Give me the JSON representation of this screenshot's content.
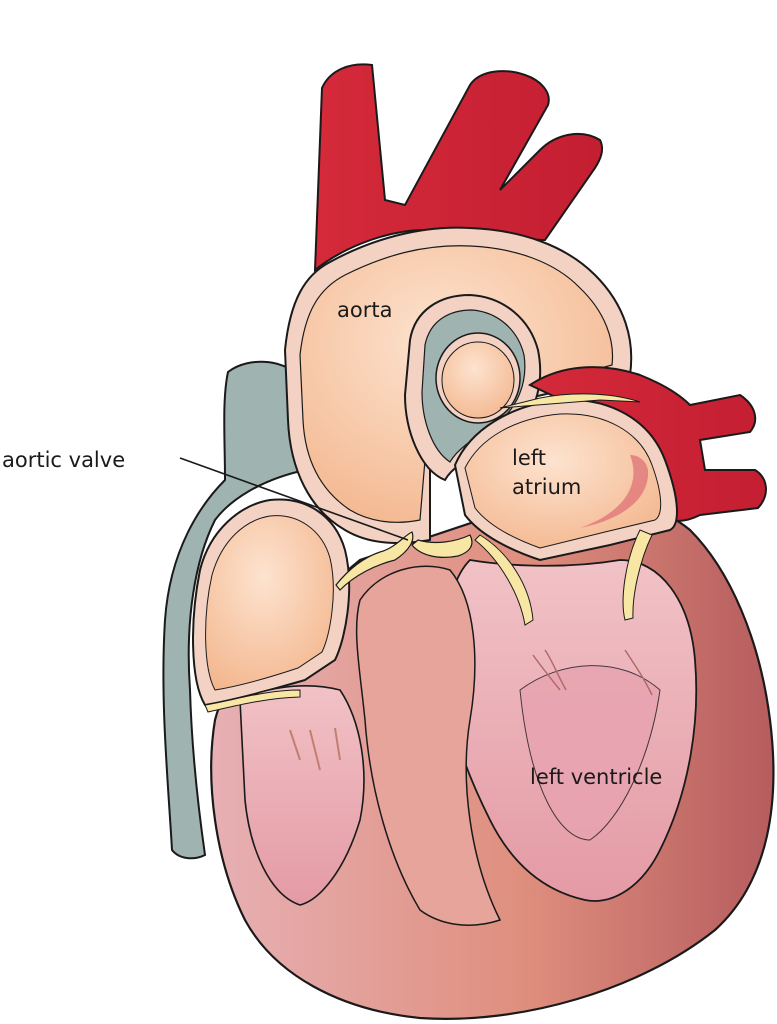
{
  "labels": {
    "aorta": "aorta",
    "aortic_valve": "aortic valve",
    "left_atrium_line1": "left",
    "left_atrium_line2": "atrium",
    "left_ventricle": "left ventricle"
  },
  "colors": {
    "artery_red": "#cf2638",
    "vein_gray": "#9fb3b0",
    "chamber_peach": "#f6be98",
    "chamber_wall": "#f3d2c4",
    "muscle_pink": "#e3a0a0",
    "muscle_dark": "#b95e5e",
    "valve_yellow": "#f7e6a4",
    "outline": "#1a1a1a"
  }
}
